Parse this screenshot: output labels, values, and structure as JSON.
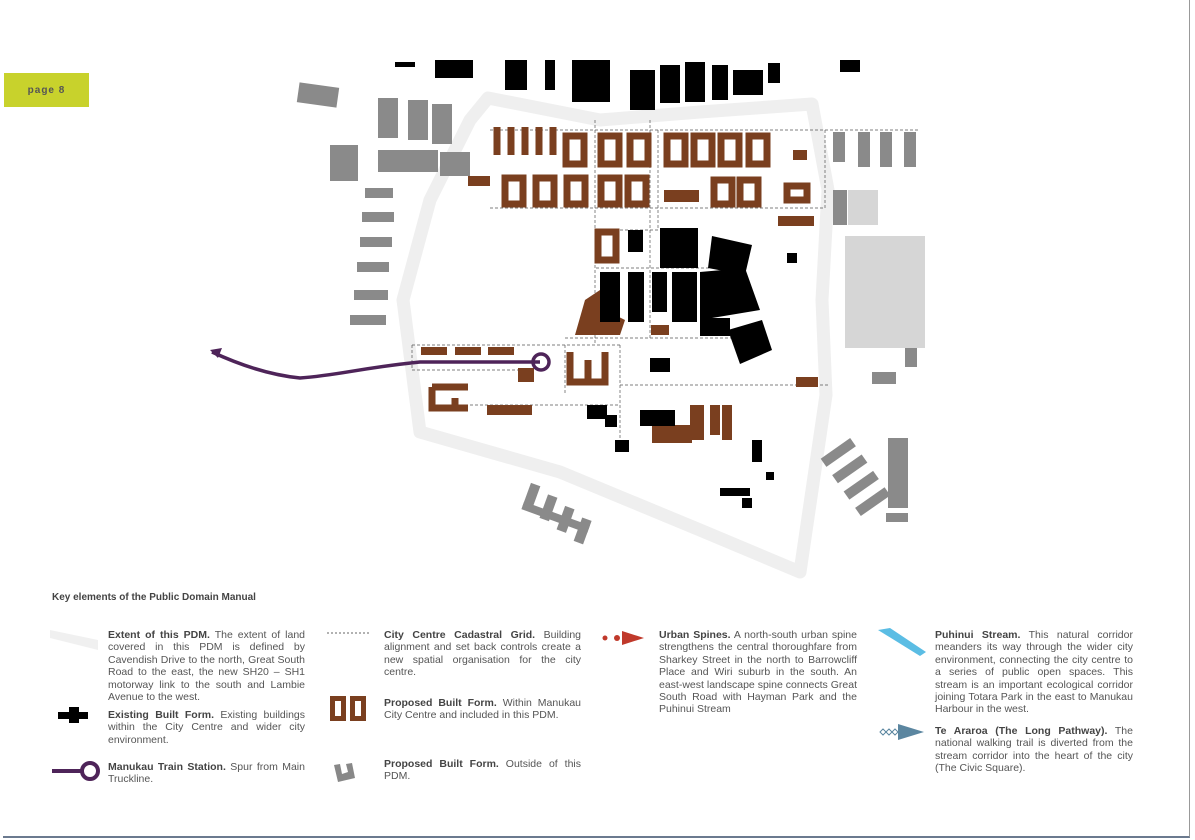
{
  "page_tag": "page 8",
  "key_title": "Key elements of the Public Domain Manual",
  "legend": [
    {
      "id": "extent",
      "title": "Extent of this PDM.",
      "text": " The extent of land covered in this PDM is defined by Cavendish Drive to the north, Great South Road to the east, the new SH20 – SH1 motorway link to the south and Lambie Avenue to the west.",
      "icon": "extent-line-icon"
    },
    {
      "id": "existing",
      "title": "Existing Built Form.",
      "text": " Existing buildings within the City Centre and wider city environment.",
      "icon": "existing-building-icon"
    },
    {
      "id": "station",
      "title": "Manukau Train Station.",
      "text": " Spur from Main Truckline.",
      "icon": "train-station-icon"
    },
    {
      "id": "grid",
      "title": "City Centre Cadastral Grid.",
      "text": " Building alignment and set back controls create a new spatial organisation for the city centre.",
      "icon": "dashed-grid-icon"
    },
    {
      "id": "proposed_in",
      "title": "Proposed Built Form.",
      "text": " Within Manukau City Centre and included in this PDM.",
      "icon": "proposed-building-icon"
    },
    {
      "id": "proposed_out",
      "title": "Proposed Built Form.",
      "text": " Outside of this PDM.",
      "icon": "proposed-outside-icon"
    },
    {
      "id": "spines",
      "title": "Urban Spines.",
      "text": " A north-south urban spine strengthens the central thoroughfare from Sharkey Street in the north to Barrowcliff Place and Wiri suburb in the south. An east-west landscape spine connects Great South Road with Hayman Park and the Puhinui Stream",
      "icon": "urban-spine-arrow-icon"
    },
    {
      "id": "stream",
      "title": "Puhinui Stream.",
      "text": " This natural corridor meanders its way through the wider city environment, connecting the city centre to a series of public open spaces. This stream is an important ecological corridor joining Totara Park in the east to Manukau Harbour in the west.",
      "icon": "stream-icon"
    },
    {
      "id": "pathway",
      "title": "Te Araroa (The Long Pathway).",
      "text": " The national walking trail is diverted from the stream corridor into the heart of the city (The Civic Square).",
      "icon": "pathway-arrow-icon"
    }
  ],
  "colors": {
    "proposed": "#7a3f1f",
    "existing": "#000000",
    "outside": "#8a8a8a",
    "extent": "#eeeeee",
    "station": "#4e2459",
    "accent": "#c8d22c",
    "spine": "#c0392b",
    "stream": "#5bbde4",
    "pathway": "#5b86a0"
  }
}
